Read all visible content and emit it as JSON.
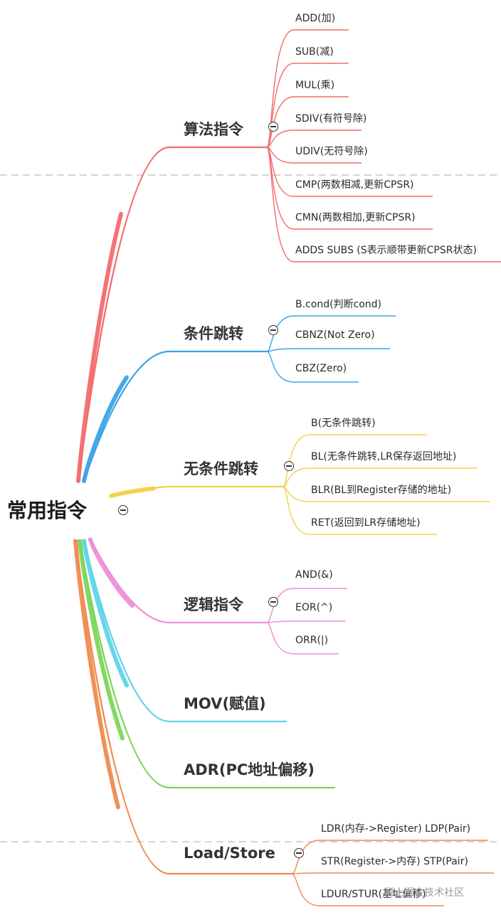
{
  "root": {
    "label": "常用指令"
  },
  "branches": [
    {
      "label": "算法指令",
      "color": "#f26b6b",
      "leaves": [
        "ADD(加)",
        "SUB(减)",
        "MUL(乘)",
        "SDIV(有符号除)",
        "UDIV(无符号除)",
        "CMP(两数相减,更新CPSR)",
        "CMN(两数相加,更新CPSR)",
        "ADDS SUBS (S表示顺带更新CPSR状态)"
      ]
    },
    {
      "label": "条件跳转",
      "color": "#3aa4e6",
      "leaves": [
        "B.cond(判断cond)",
        "CBNZ(Not Zero)",
        "CBZ(Zero)"
      ]
    },
    {
      "label": "无条件跳转",
      "color": "#f5cf4d",
      "leaves": [
        "B(无条件跳转)",
        "BL(无条件跳转,LR保存返回地址)",
        "BLR(BL到Register存储的地址)",
        "RET(返回到LR存储地址)"
      ]
    },
    {
      "label": "逻辑指令",
      "color": "#ee8fd8",
      "leaves": [
        "AND(&)",
        "EOR(^)",
        "ORR(|)"
      ]
    },
    {
      "label": "MOV(赋值)",
      "color": "#5fd3ea",
      "leaves": []
    },
    {
      "label": "ADR(PC地址偏移)",
      "color": "#7bd65a",
      "leaves": []
    },
    {
      "label": "Load/Store",
      "color": "#ef8b4f",
      "leaves": [
        "LDR(内存->Register) LDP(Pair)",
        "STR(Register->内存) STP(Pair)",
        "LDUR/STUR(基址偏移)"
      ]
    }
  ],
  "watermark": "稀土掘金技术社区"
}
